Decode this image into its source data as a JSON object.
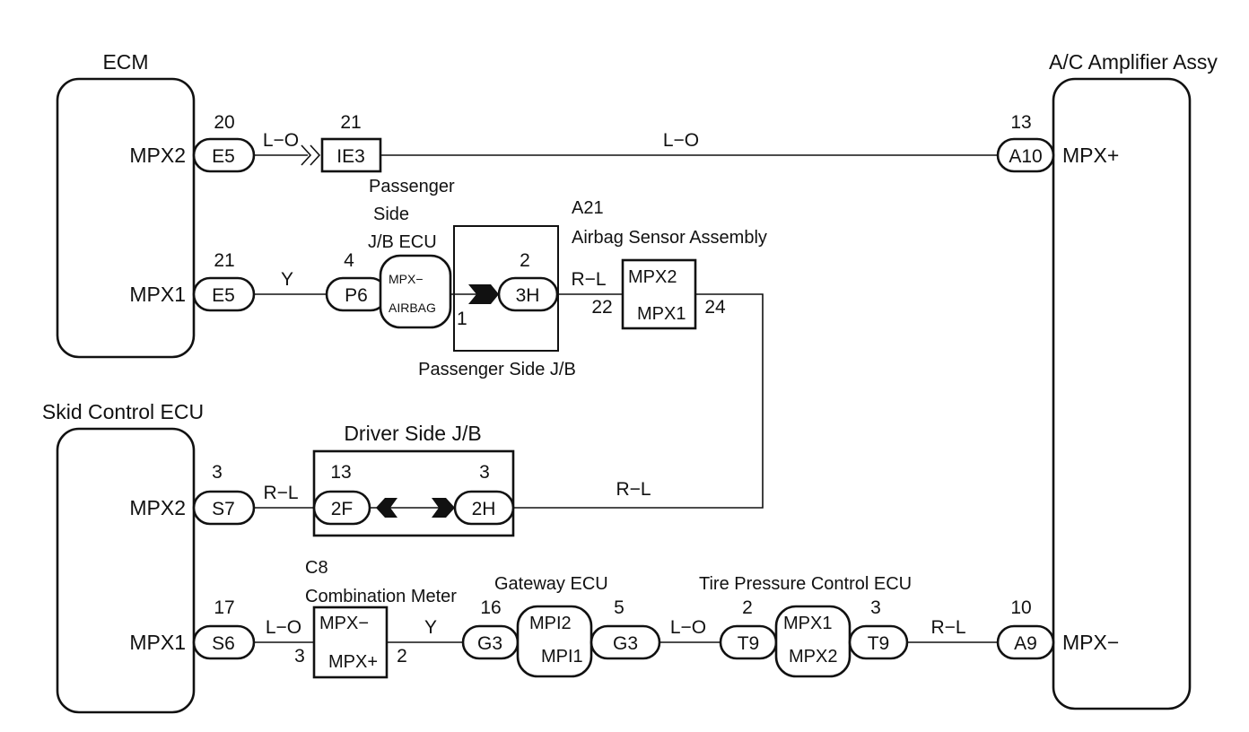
{
  "components": {
    "ecm": {
      "title": "ECM",
      "pins": {
        "mpx2": "MPX2",
        "mpx1": "MPX1"
      }
    },
    "skid": {
      "title": "Skid Control ECU",
      "pins": {
        "mpx2": "MPX2",
        "mpx1": "MPX1"
      }
    },
    "ac": {
      "title": "A/C Amplifier Assy",
      "pins": {
        "plus": "MPX+",
        "minus": "MPX−"
      }
    },
    "passenger_jb_ecu": {
      "title_lines": [
        "Passenger",
        "Side",
        "J/B ECU"
      ],
      "inner_lines": [
        "MPX−",
        "AIRBAG"
      ]
    },
    "passenger_jb": {
      "title": "Passenger Side J/B"
    },
    "airbag": {
      "code": "A21",
      "title": "Airbag Sensor Assembly",
      "inner_top": "MPX2",
      "inner_bottom": "MPX1"
    },
    "driver_jb": {
      "title": "Driver Side J/B"
    },
    "combo_meter": {
      "code": "C8",
      "title": "Combination Meter",
      "inner_top": "MPX−",
      "inner_bottom": "MPX+"
    },
    "gateway": {
      "title": "Gateway ECU",
      "inner_top": "MPI2",
      "inner_bottom": "MPI1"
    },
    "tire_pressure": {
      "title": "Tire Pressure Control ECU",
      "inner_top": "MPX1",
      "inner_bottom": "MPX2"
    }
  },
  "connectors": {
    "e5_top": "E5",
    "ie3": "IE3",
    "a10": "A10",
    "e5_mid": "E5",
    "p6": "P6",
    "h3": "3H",
    "s7": "S7",
    "f2": "2F",
    "h2": "2H",
    "s6": "S6",
    "g3_left": "G3",
    "g3_right": "G3",
    "t9_left": "T9",
    "t9_right": "T9",
    "a9": "A9"
  },
  "pins": {
    "e5_top": "20",
    "ie3": "21",
    "a10": "13",
    "e5_mid": "21",
    "p6": "4",
    "jb_ecu_out": "1",
    "h3": "2",
    "airbag_in": "22",
    "airbag_out": "24",
    "s7": "3",
    "f2": "13",
    "h2": "3",
    "s6": "17",
    "meter_in": "3",
    "meter_out": "2",
    "g3_left": "16",
    "g3_right": "5",
    "t9_left": "2",
    "t9_right": "3",
    "a9": "10"
  },
  "wires": {
    "ecm_ie3": "L−O",
    "ie3_a10": "L−O",
    "ecm_p6": "Y",
    "h3_airbag": "R−L",
    "s7_f2": "R−L",
    "h2_airbag": "R−L",
    "s6_meter": "L−O",
    "meter_gateway": "Y",
    "gateway_tire": "L−O",
    "tire_a9": "R−L"
  }
}
